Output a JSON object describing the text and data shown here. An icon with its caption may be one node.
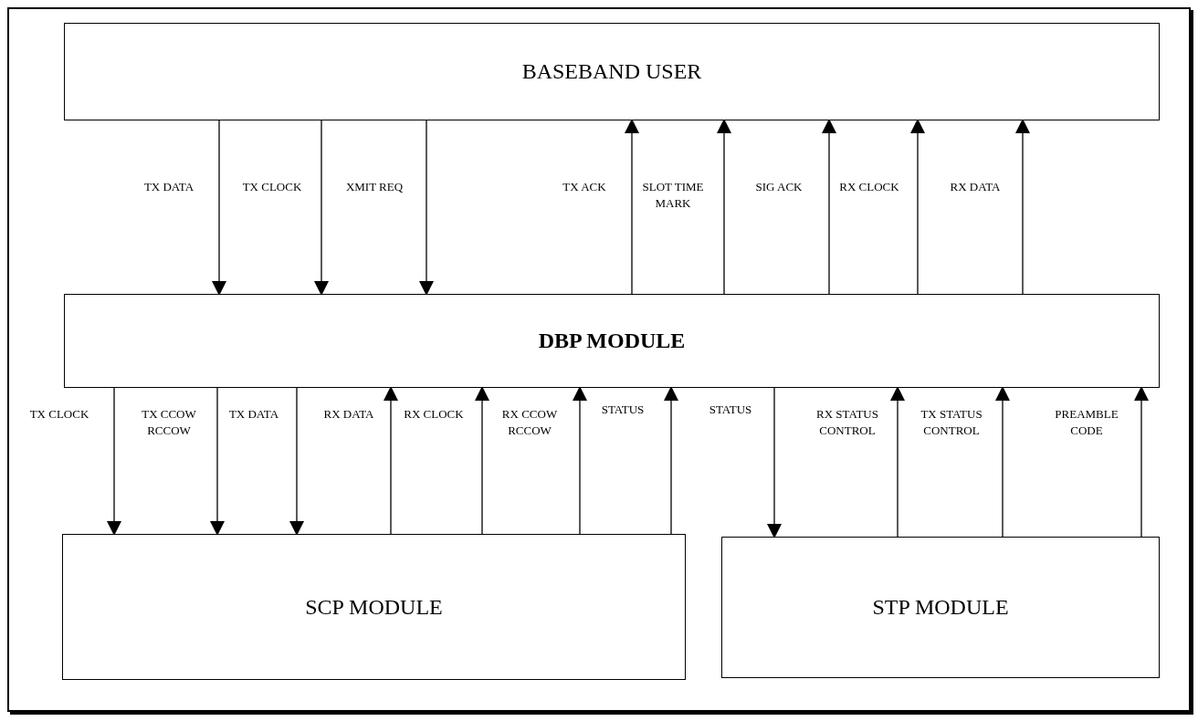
{
  "diagram": {
    "nodes": [
      {
        "text": [
          "BASEBAND USER"
        ]
      },
      {
        "text": [
          "DBP MODULE"
        ]
      },
      {
        "text": [
          "SCP MODULE"
        ]
      },
      {
        "text": [
          "STP MODULE"
        ]
      }
    ],
    "edges": [
      {
        "from": 0,
        "to": 1,
        "arrow": "to",
        "label": "TX DATA"
      },
      {
        "from": 0,
        "to": 1,
        "arrow": "to",
        "label": "TX CLOCK"
      },
      {
        "from": 0,
        "to": 1,
        "arrow": "to",
        "label": "XMIT REQ"
      },
      {
        "from": 1,
        "to": 0,
        "arrow": "to",
        "label": "TX ACK"
      },
      {
        "from": 1,
        "to": 0,
        "arrow": "to",
        "label": "SLOT TIME MARK"
      },
      {
        "from": 1,
        "to": 0,
        "arrow": "to",
        "label": "SIG ACK"
      },
      {
        "from": 1,
        "to": 0,
        "arrow": "to",
        "label": "RX CLOCK"
      },
      {
        "from": 1,
        "to": 0,
        "arrow": "to",
        "label": "RX DATA"
      },
      {
        "from": 1,
        "to": 2,
        "arrow": "to",
        "label": "TX CLOCK"
      },
      {
        "from": 1,
        "to": 2,
        "arrow": "to",
        "label": "TX CCOW RCCOW"
      },
      {
        "from": 1,
        "to": 2,
        "arrow": "to",
        "label": "TX DATA"
      },
      {
        "from": 2,
        "to": 1,
        "arrow": "to",
        "label": "RX DATA"
      },
      {
        "from": 2,
        "to": 1,
        "arrow": "to",
        "label": "RX CLOCK"
      },
      {
        "from": 2,
        "to": 1,
        "arrow": "to",
        "label": "RX CCOW RCCOW"
      },
      {
        "from": 2,
        "to": 1,
        "arrow": "to",
        "label": "STATUS"
      },
      {
        "from": 1,
        "to": 3,
        "arrow": "to",
        "label": "STATUS"
      },
      {
        "from": 3,
        "to": 1,
        "arrow": "to",
        "label": "RX STATUS CONTROL"
      },
      {
        "from": 3,
        "to": 1,
        "arrow": "to",
        "label": "TX STATUS CONTROL"
      },
      {
        "from": 3,
        "to": 1,
        "arrow": "to",
        "label": "PREAMBLE CODE"
      }
    ]
  }
}
